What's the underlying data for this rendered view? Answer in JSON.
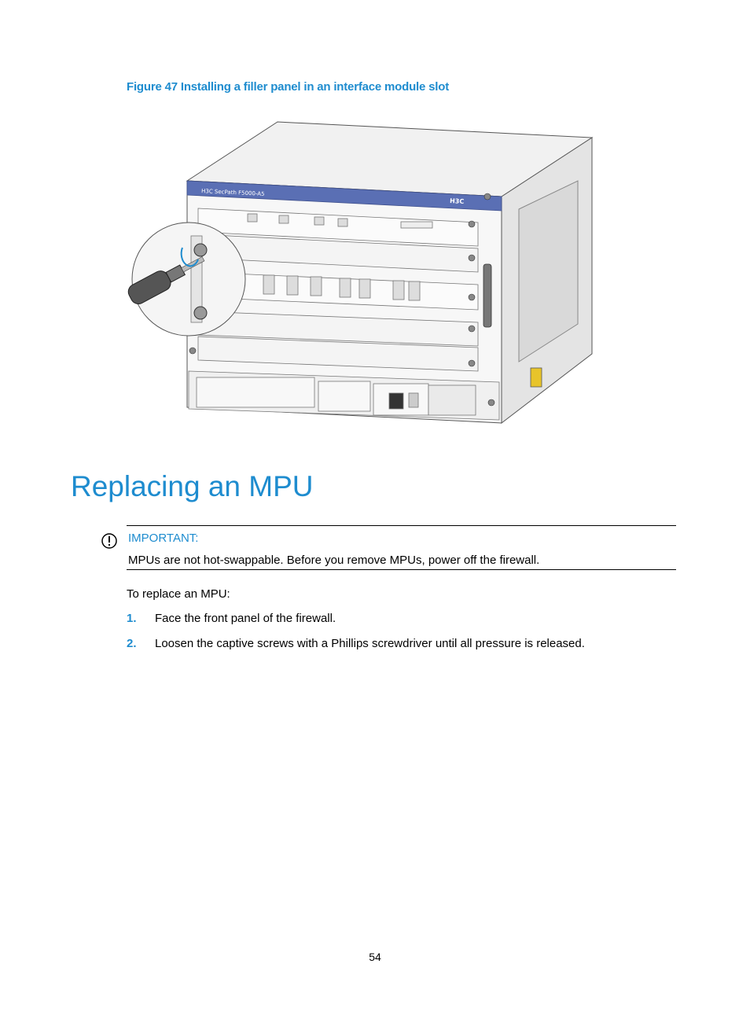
{
  "figure": {
    "caption": "Figure 47 Installing a filler panel in an interface module slot",
    "device_label": "H3C  SecPath F5000-A5",
    "brand_logo": "H3C"
  },
  "section": {
    "title": "Replacing an MPU"
  },
  "note": {
    "icon": "warning-circle-icon",
    "label": "IMPORTANT:",
    "text": "MPUs are not hot-swappable. Before you remove MPUs, power off the firewall."
  },
  "procedure": {
    "intro": "To replace an MPU:",
    "steps": [
      {
        "num": "1.",
        "text": "Face the front panel of the firewall."
      },
      {
        "num": "2.",
        "text": "Loosen the captive screws with a Phillips screwdriver until all pressure is released."
      }
    ]
  },
  "page_number": "54",
  "colors": {
    "accent": "#1e8ccf",
    "panel_blue": "#5a6fb4"
  }
}
